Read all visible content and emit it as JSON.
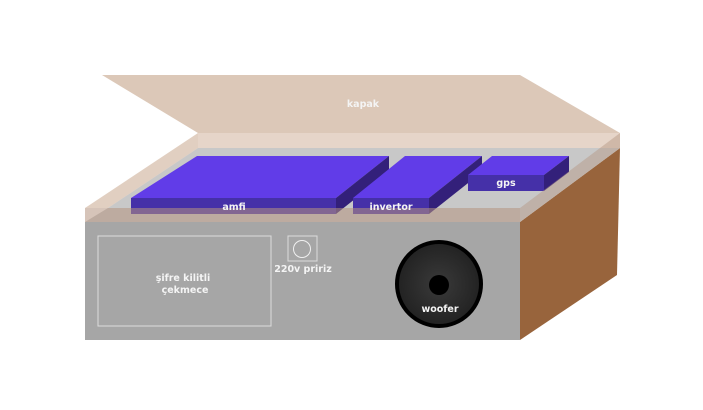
{
  "labels": {
    "lid": "kapak",
    "amp": "amfi",
    "inverter": "invertor",
    "gps": "gps",
    "drawer_line1": "şifre kilitli",
    "drawer_line2": "çekmece",
    "outlet": "220v pririz",
    "woofer": "woofer"
  },
  "colors": {
    "front": "#a6a6a6",
    "side": "#98643c",
    "floor": "#c8c8c8",
    "lid": "#dcc8b8",
    "device_top": "#613ce8",
    "device_front": "#4530a8",
    "device_side": "#33207a"
  }
}
